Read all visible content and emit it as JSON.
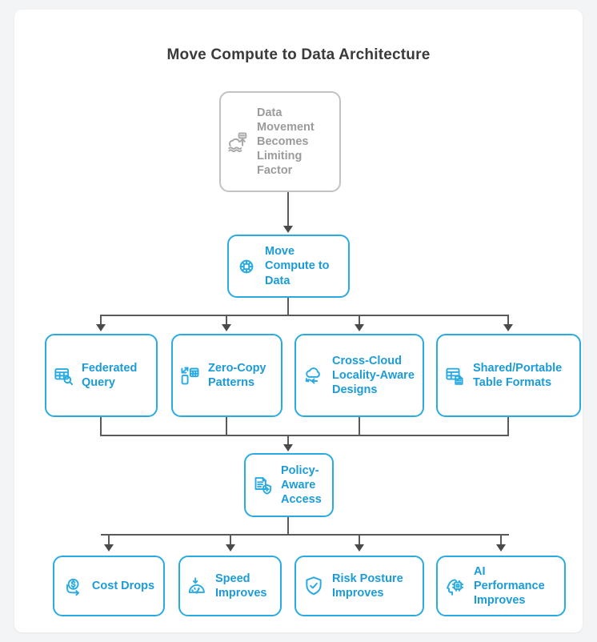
{
  "page": {
    "title": "Move Compute to Data Architecture",
    "accent_color": "#29ABE2",
    "muted_color": "#9b9b9b",
    "connector_color": "#595959",
    "background": "#f3f4f6",
    "card_background": "#ffffff"
  },
  "diagram": {
    "type": "flowchart",
    "root": {
      "id": "data-movement-limiting",
      "label": "Data Movement Becomes Limiting Factor",
      "icon": "data-transfer-upload-icon",
      "style": "muted"
    },
    "strategy": {
      "id": "move-compute-to-data",
      "label": "Move Compute to Data",
      "icon": "brain-circuit-icon",
      "style": "accent"
    },
    "approaches": [
      {
        "id": "federated-query",
        "label": "Federated Query",
        "icon": "table-search-icon"
      },
      {
        "id": "zero-copy-patterns",
        "label": "Zero-Copy Patterns",
        "icon": "device-data-transfer-icon"
      },
      {
        "id": "cross-cloud-locality-aware-designs",
        "label": "Cross-Cloud Locality-Aware Designs",
        "icon": "cloud-sync-icon"
      },
      {
        "id": "shared-portable-table-formats",
        "label": "Shared/Portable Table Formats",
        "icon": "table-document-icon"
      }
    ],
    "gate": {
      "id": "policy-aware-access",
      "label": "Policy-Aware Access",
      "icon": "document-shield-icon",
      "style": "accent"
    },
    "outcomes": [
      {
        "id": "cost-drops",
        "label": "Cost Drops",
        "icon": "dollar-arrow-down-icon"
      },
      {
        "id": "speed-improves",
        "label": "Speed Improves",
        "icon": "gauge-icon"
      },
      {
        "id": "risk-posture-improves",
        "label": "Risk Posture Improves",
        "icon": "shield-check-icon"
      },
      {
        "id": "ai-performance-improves",
        "label": "AI Performance Improves",
        "icon": "head-chip-icon"
      }
    ]
  }
}
